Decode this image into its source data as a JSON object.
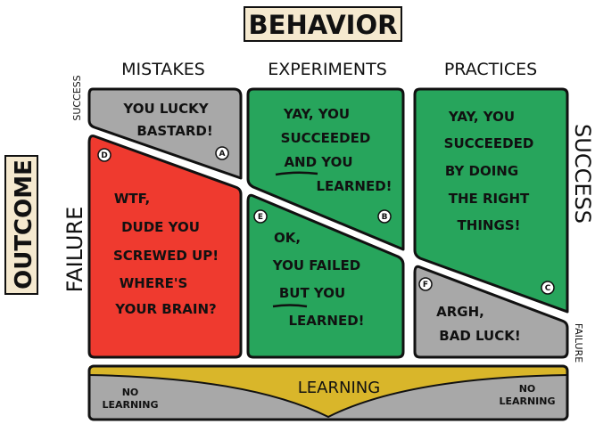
{
  "title": "BEHAVIOR",
  "side_title": "OUTCOME",
  "columns": {
    "mistakes": "MISTAKES",
    "experiments": "EXPERIMENTS",
    "practices": "PRACTICES"
  },
  "axis_labels": {
    "success_small": "SUCCESS",
    "failure_big": "FAILURE",
    "success_big": "SUCCESS",
    "failure_small": "FAILURE"
  },
  "cells": {
    "lucky": [
      "YOU LUCKY",
      "BASTARD!"
    ],
    "wtf": [
      "WTF,",
      "DUDE YOU",
      "SCREWED UP!",
      "WHERE'S",
      "YOUR BRAIN?"
    ],
    "yay_learned": [
      "YAY, YOU",
      "SUCCEEDED",
      "AND YOU",
      "LEARNED!"
    ],
    "ok_failed": [
      "OK,",
      "YOU FAILED",
      "BUT YOU",
      "LEARNED!"
    ],
    "yay_practices": [
      "YAY, YOU",
      "SUCCEEDED",
      "BY DOING",
      "THE RIGHT",
      "THINGS!"
    ],
    "bad_luck": [
      "ARGH,",
      "BAD LUCK!"
    ]
  },
  "markers": {
    "a": "A",
    "b": "B",
    "c": "C",
    "d": "D",
    "e": "E",
    "f": "F"
  },
  "learning_bar": {
    "label": "LEARNING",
    "left": [
      "NO",
      "LEARNING"
    ],
    "right": [
      "NO",
      "LEARNING"
    ]
  },
  "colors": {
    "red": "#ef3a2f",
    "green": "#27a55c",
    "gray": "#a8a8a8",
    "yellow": "#d9b62a",
    "label_bg": "#f5e9cf",
    "ink": "#111111"
  }
}
